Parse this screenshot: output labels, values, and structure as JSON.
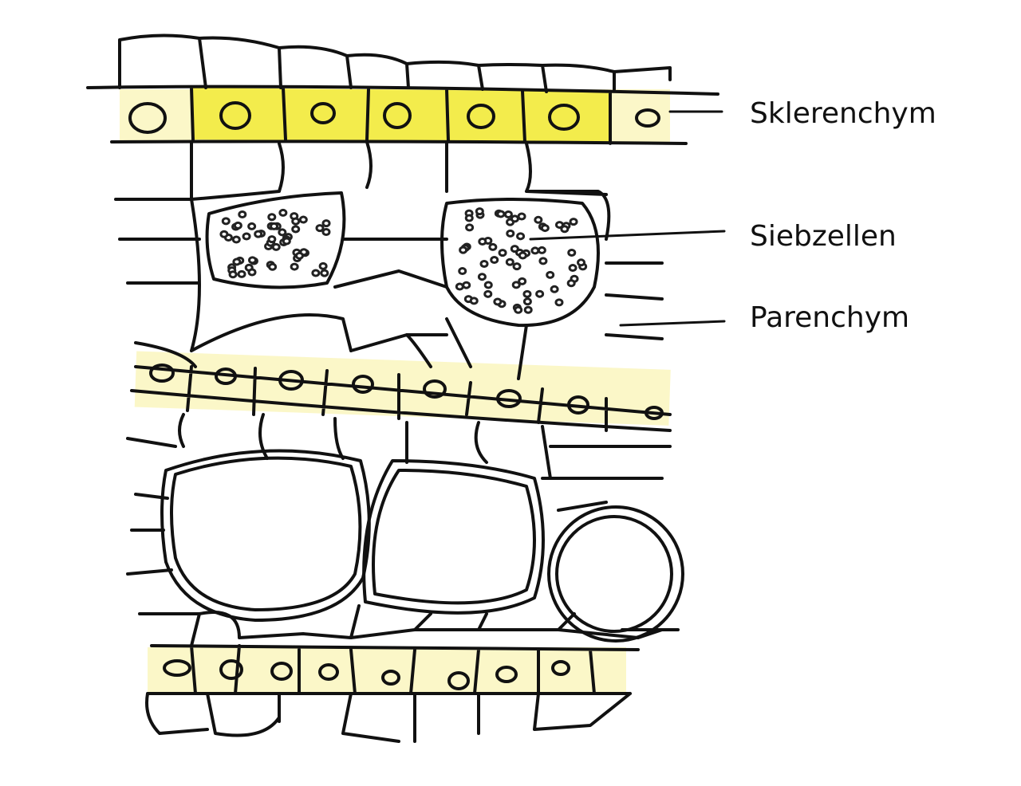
{
  "labels": {
    "sclerenchyma": "Sklerenchym",
    "sieve_cells": "Siebzellen",
    "parenchyma": "Parenchym"
  },
  "colors": {
    "sclerenchyma_fill": "#f3ec4c",
    "band_fill": "#fbf7c8",
    "sieve_fill": "#a8dcf8",
    "outline": "#111111"
  }
}
